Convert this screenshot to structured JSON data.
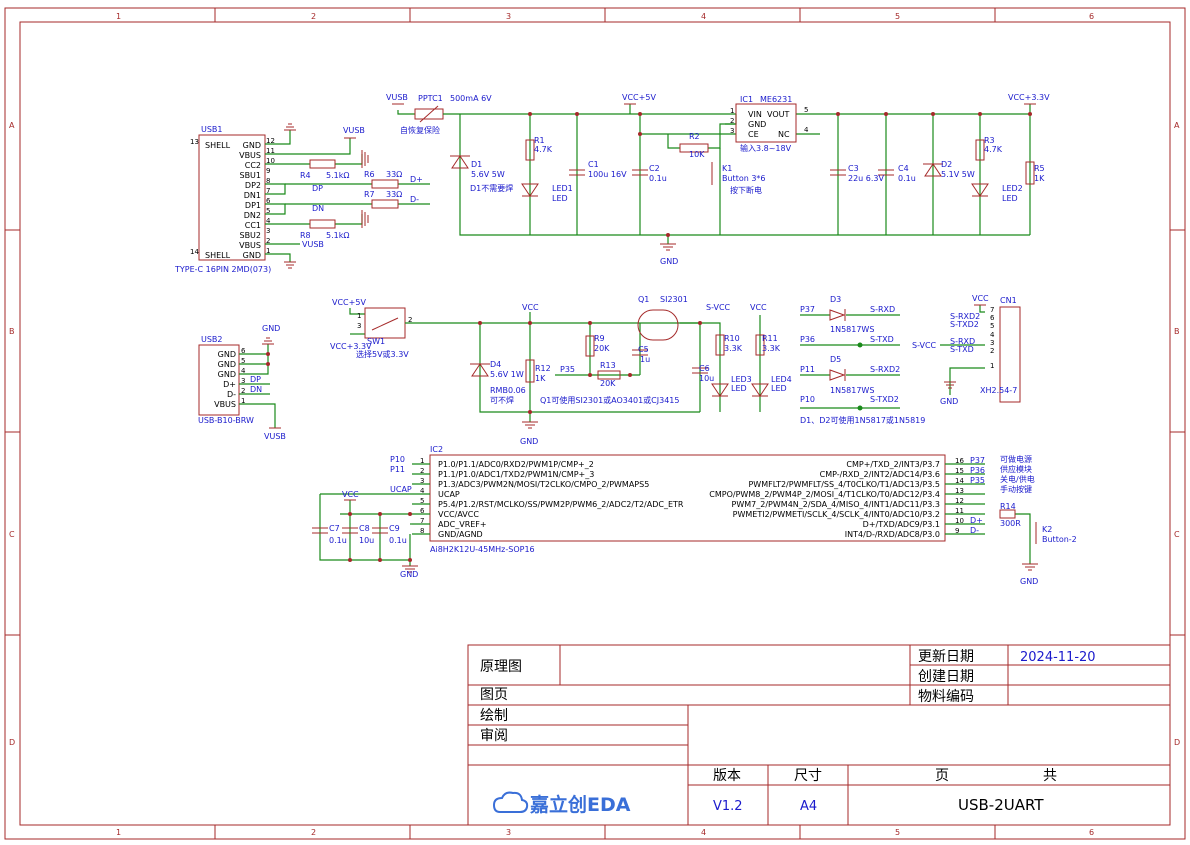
{
  "ruler": {
    "columns": [
      "1",
      "2",
      "3",
      "4",
      "5",
      "6"
    ],
    "rows": [
      "A",
      "B",
      "C",
      "D"
    ]
  },
  "title_block": {
    "schematic": "原理图",
    "page": "图页",
    "drawn": "绘制",
    "review": "审阅",
    "updated_label": "更新日期",
    "updated_value": "2024-11-20",
    "created_label": "创建日期",
    "material_label": "物料编码",
    "version_label": "版本",
    "size_label": "尺寸",
    "page_label": "页",
    "total_label": "共",
    "logo_text": "嘉立创EDA",
    "version": "V1.2",
    "size": "A4",
    "name": "USB-2UART"
  },
  "usb1": {
    "ref": "USB1",
    "part": "TYPE-C 16PIN 2MD(073)",
    "pins": [
      {
        "name": "SHELL",
        "num": "13"
      },
      {
        "name": "GND",
        "num": "12"
      },
      {
        "name": "VBUS",
        "num": "11"
      },
      {
        "name": "CC2",
        "num": "10"
      },
      {
        "name": "SBU1",
        "num": "9"
      },
      {
        "name": "DP2",
        "num": "8"
      },
      {
        "name": "DN1",
        "num": "7"
      },
      {
        "name": "DP1",
        "num": "6"
      },
      {
        "name": "DN2",
        "num": "5"
      },
      {
        "name": "CC1",
        "num": "4"
      },
      {
        "name": "SBU2",
        "num": "3"
      },
      {
        "name": "VBUS",
        "num": "2"
      },
      {
        "name": "GND",
        "num": "1"
      },
      {
        "name": "SHELL",
        "num": "14"
      }
    ]
  },
  "power": {
    "vusb": "VUSB",
    "ptc_ref": "PPTC1",
    "ptc_val": "500mA 6V",
    "ptc_note": "自恢复保险",
    "vcc5": "VCC+5V",
    "vcc33": "VCC+3.3V",
    "gnd": "GND",
    "d1_ref": "D1",
    "d1_val": "5.6V 5W",
    "d1_note": "D1不需要焊",
    "r1_ref": "R1",
    "r1_val": "4.7K",
    "led1_ref": "LED1",
    "led1_val": "LED",
    "c1_ref": "C1",
    "c1_val": "100u 16V",
    "c2_ref": "C2",
    "c2_val": "0.1u",
    "r2_ref": "R2",
    "r2_val": "10K",
    "k1_ref": "K1",
    "k1_val": "Button 3*6",
    "k1_note": "按下断电",
    "ic1_ref": "IC1",
    "ic1_val": "ME6231",
    "ic1_pins": [
      "VIN",
      "VOUT",
      "GND",
      "CE",
      "NC"
    ],
    "ic1_note": "输入3.8~18V",
    "c3_ref": "C3",
    "c3_val": "22u 6.3V",
    "c4_ref": "C4",
    "c4_val": "0.1u",
    "d2_ref": "D2",
    "d2_val": "5.1V 5W",
    "r3_ref": "R3",
    "r3_val": "4.7K",
    "led2_ref": "LED2",
    "led2_val": "LED",
    "r5_ref": "R5",
    "r5_val": "1K"
  },
  "usb_side": {
    "r4": "R4",
    "r4_val": "5.1kΩ",
    "r6": "R6",
    "r6_val": "33Ω",
    "r7": "R7",
    "r7_val": "33Ω",
    "r8": "R8",
    "r8_val": "5.1kΩ",
    "dplus": "D+",
    "dminus": "D-",
    "dp": "DP",
    "dn": "DN",
    "vusb": "VUSB"
  },
  "usb2": {
    "ref": "USB2",
    "part": "USB-B10-BRW",
    "pins": [
      {
        "name": "GND",
        "num": "6"
      },
      {
        "name": "GND",
        "num": "5"
      },
      {
        "name": "GND",
        "num": "4"
      },
      {
        "name": "D+",
        "num": "3"
      },
      {
        "name": "D-",
        "num": "2"
      },
      {
        "name": "VBUS",
        "num": "1"
      }
    ],
    "gnd": "GND",
    "dp": "DP",
    "dn": "DN",
    "vusb": "VUSB"
  },
  "switch_section": {
    "vcc5": "VCC+5V",
    "vcc33": "VCC+3.3V",
    "sw_ref": "SW1",
    "sw_note": "选择5V或3.3V",
    "vcc": "VCC",
    "d4_ref": "D4",
    "d4_val": "5.6V 1W",
    "d4_part": "RMB0.06",
    "d4_note": "可不焊",
    "r12_ref": "R12",
    "r12_val": "1K",
    "r9_ref": "R9",
    "r9_val": "20K",
    "r13_ref": "R13",
    "r13_val": "20K",
    "p35": "P35",
    "q1_ref": "Q1",
    "q1_val": "SI2301",
    "c5_ref": "C5",
    "c5_val": "1u",
    "q1_note": "Q1可使用SI2301或AO3401或CJ3415",
    "svcc": "S-VCC",
    "r10_ref": "R10",
    "r10_val": "3.3K",
    "r11_ref": "R11",
    "r11_val": "3.3K",
    "c6_ref": "C6",
    "c6_val": "10u",
    "led3_ref": "LED3",
    "led3_val": "LED",
    "led4_ref": "LED4",
    "led4_val": "LED",
    "gnd": "GND"
  },
  "uart": {
    "p37": "P37",
    "p36": "P36",
    "p11": "P11",
    "p10": "P10",
    "d3_ref": "D3",
    "d3_val": "1N5817WS",
    "d5_ref": "D5",
    "d5_val": "1N5817WS",
    "srxd": "S-RXD",
    "stxd": "S-TXD",
    "srxd2": "S-RXD2",
    "stxd2": "S-TXD2",
    "note": "D1、D2可使用1N5817或1N5819",
    "svcc": "S-VCC",
    "vcc": "VCC",
    "gnd": "GND",
    "cn1_ref": "CN1",
    "cn1_part": "XH2.54-7",
    "cn1_pins": [
      {
        "net": "",
        "num": "7"
      },
      {
        "net": "S-RXD2",
        "num": "6"
      },
      {
        "net": "S-TXD2",
        "num": "5"
      },
      {
        "net": "",
        "num": "4"
      },
      {
        "net": "S-RXD",
        "num": "3"
      },
      {
        "net": "S-TXD",
        "num": "2"
      },
      {
        "net": "",
        "num": "1"
      }
    ]
  },
  "mcu": {
    "ref": "IC2",
    "part": "Ai8H2K12U-45MHz-SOP16",
    "left_pins": [
      {
        "num": "1",
        "name": "P1.0/P1.1/ADC0/RXD2/PWM1P/CMP+_2",
        "net": "P10"
      },
      {
        "num": "2",
        "name": "P1.1/P1.0/ADC1/TXD2/PWM1N/CMP+_3",
        "net": "P11"
      },
      {
        "num": "3",
        "name": "P1.3/ADC3/PWM2N/MOSI/T2CLKO/CMPO_2/PWMAPS5",
        "net": ""
      },
      {
        "num": "4",
        "name": "UCAP",
        "net": "UCAP"
      },
      {
        "num": "5",
        "name": "P5.4/P1.2/RST/MCLKO/SS/PWM2P/PWM6_2/ADC2/T2/ADC_ETR",
        "net": ""
      },
      {
        "num": "6",
        "name": "VCC/AVCC",
        "net": ""
      },
      {
        "num": "7",
        "name": "ADC_VREF+",
        "net": ""
      },
      {
        "num": "8",
        "name": "GND/AGND",
        "net": ""
      }
    ],
    "right_pins": [
      {
        "num": "16",
        "name": "CMP+/TXD_2/INT3/P3.7",
        "net": "P37"
      },
      {
        "num": "15",
        "name": "CMP-/RXD_2/INT2/ADC14/P3.6",
        "net": "P36"
      },
      {
        "num": "14",
        "name": "PWMFLT2/PWMFLT/SS_4/T0CLKO/T1/ADC13/P3.5",
        "net": "P35"
      },
      {
        "num": "13",
        "name": "CMPO/PWM8_2/PWM4P_2/MOSI_4/T1CLKO/T0/ADC12/P3.4",
        "net": ""
      },
      {
        "num": "12",
        "name": "PWM7_2/PWM4N_2/SDA_4/MISO_4/INT1/ADC11/P3.3",
        "net": ""
      },
      {
        "num": "11",
        "name": "PWMETI2/PWMETI/SCLK_4/SCLK_4/INT0/ADC10/P3.2",
        "net": ""
      },
      {
        "num": "10",
        "name": "D+/TXD/ADC9/P3.1",
        "net": "D+"
      },
      {
        "num": "9",
        "name": "INT4/D-/RXD/ADC8/P3.0",
        "net": "D-"
      }
    ],
    "note_lines": [
      "可做电源",
      "供应模块",
      "关电/供电",
      "手动按键"
    ],
    "vcc": "VCC",
    "gnd": "GND",
    "c7_ref": "C7",
    "c7_val": "0.1u",
    "c8_ref": "C8",
    "c8_val": "10u",
    "c9_ref": "C9",
    "c9_val": "0.1u",
    "r14_ref": "R14",
    "r14_val": "300R",
    "k2_ref": "K2",
    "k2_val": "Button-2"
  }
}
